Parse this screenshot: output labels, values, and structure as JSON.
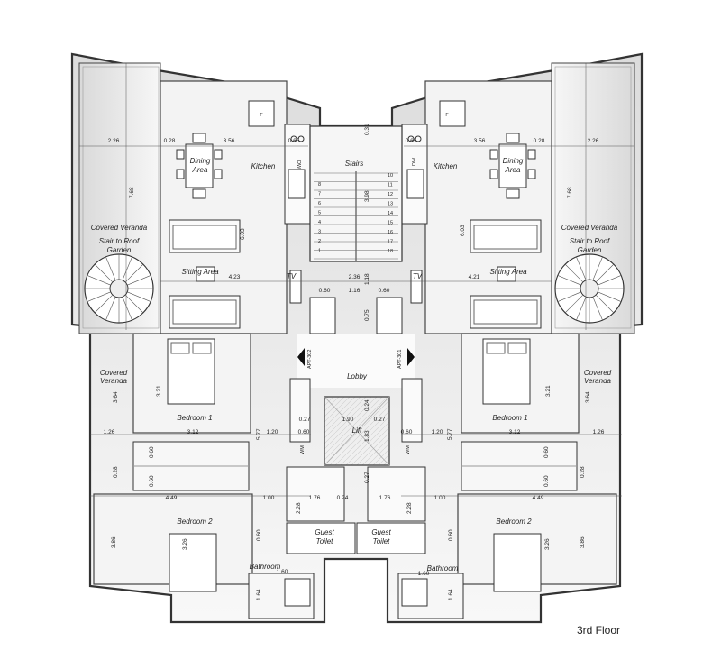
{
  "floor_label": "3rd Floor",
  "rooms": {
    "stairs": "Stairs",
    "lobby": "Lobby",
    "lift": "Lift",
    "dining_area_1": "Dining",
    "dining_area_2": "Area",
    "kitchen": "Kitchen",
    "covered_veranda_1": "Covered Veranda",
    "stair_roof_1": "Stair to Roof",
    "stair_roof_2": "Garden",
    "sitting_area": "Sitting Area",
    "tv": "TV",
    "covered_1": "Covered",
    "covered_2": "Veranda",
    "bedroom_1": "Bedroom 1",
    "bedroom_2": "Bedroom 2",
    "guest_1": "Guest",
    "guest_2": "Toilet",
    "bathroom": "Bathroom",
    "wm": "WM",
    "dw": "DW",
    "fridge": "F",
    "apt_302": "APT-302",
    "apt_301": "APT-301"
  },
  "dimensions": {
    "veranda_width": "2.26",
    "d028": "0.28",
    "d356": "3.56",
    "d065": "0.65",
    "d031": "0.31",
    "d768": "7.68",
    "d603": "6.03",
    "d398": "3.98",
    "d423": "4.23",
    "d421": "4.21",
    "d236": "2.36",
    "d060": "0.60",
    "d116": "1.16",
    "d118": "1.18",
    "d075": "0.75",
    "d321": "3.21",
    "d364": "3.64",
    "d312": "3.12",
    "d126": "1.26",
    "d577": "5.77",
    "d120": "1.20",
    "d027": "0.27",
    "d190": "1.90",
    "d024": "0.24",
    "d183": "1.83",
    "d449": "4.49",
    "d100": "1.00",
    "d176": "1.76",
    "d228": "2.28",
    "d386": "3.86",
    "d326": "3.26",
    "d160": "1.60",
    "d164": "1.64"
  },
  "stair_numbers": {
    "left": [
      "8",
      "7",
      "6",
      "5",
      "4",
      "3",
      "2",
      "1"
    ],
    "right": [
      "10",
      "11",
      "12",
      "13",
      "14",
      "15",
      "16",
      "17",
      "18"
    ]
  }
}
